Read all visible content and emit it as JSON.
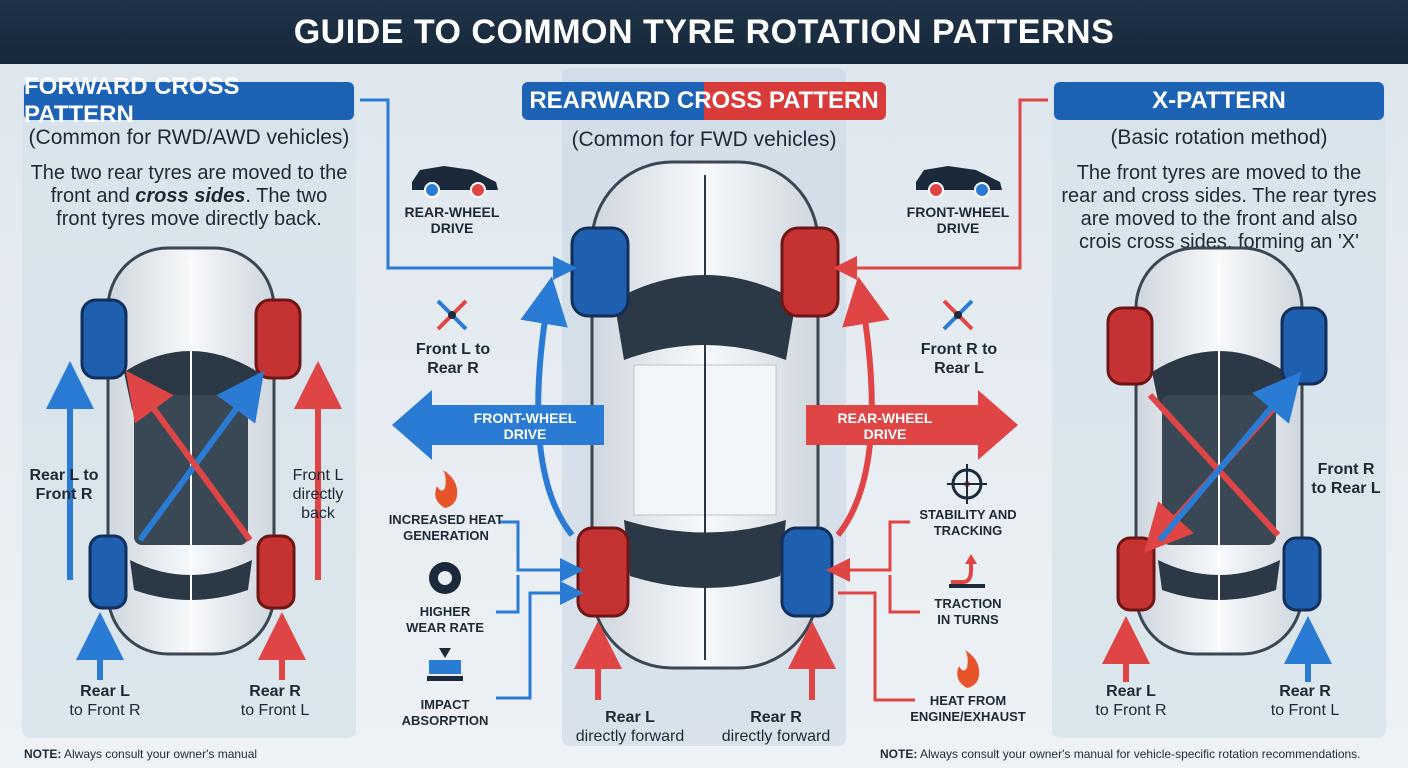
{
  "title": "GUIDE TO COMMON TYRE ROTATION PATTERNS",
  "colors": {
    "blue": "#1f6fc4",
    "red": "#d93a3a",
    "navy": "#1b2a3a"
  },
  "left_panel": {
    "header": "FORWARD CROSS PATTERN",
    "subtitle": "(Common for RWD/AWD vehicles)",
    "desc_part1": "The two rear tyres are moved to the front and ",
    "desc_em": "cross sides",
    "desc_part2": ". The two front tyres move directly back.",
    "label_rear_l_front_r": "Rear L to Front R",
    "label_front_l_back": "Front L directly back",
    "bottom_left": "Rear L to Front R",
    "bottom_right": "Rear R to Front L",
    "bottom_left_line1": "Rear L",
    "bottom_left_line2": "to Front R",
    "bottom_right_line1": "Rear R",
    "bottom_right_line2": "to Front L"
  },
  "center_panel": {
    "header": "REARWARD CROSS PATTERN",
    "subtitle": "(Common for FWD vehicles)",
    "bottom_left_line1": "Rear L",
    "bottom_left_line2": "directly forward",
    "bottom_right_line1": "Rear R",
    "bottom_right_line2": "directly forward",
    "arrow_left": "FRONT-WHEEL DRIVE",
    "arrow_right": "REAR-WHEEL DRIVE"
  },
  "right_panel": {
    "header": "X-PATTERN",
    "subtitle": "(Basic rotation method)",
    "desc": "The front tyres are moved to the rear and cross sides. The rear tyres are moved to the front and also crois cross sides, forming an 'X' shape.",
    "label_front_r_rear_l": "Front R to Rear L",
    "bottom_left_line1": "Rear L",
    "bottom_left_line2": "to Front R",
    "bottom_right_line1": "Rear R",
    "bottom_right_line2": "to Front L"
  },
  "left_callouts": {
    "rwd_line1": "REAR-WHEEL",
    "rwd_line2": "DRIVE",
    "front_l_line1": "Front L to",
    "front_l_line2": "Rear R",
    "heat_line1": "INCREASED HEAT",
    "heat_line2": "GENERATION",
    "wear_line1": "HIGHER",
    "wear_line2": "WEAR RATE",
    "impact_line1": "IMPACT",
    "impact_line2": "ABSORPTION"
  },
  "right_callouts": {
    "fwd_line1": "FRONT-WHEEL",
    "fwd_line2": "DRIVE",
    "front_r_line1": "Front R to",
    "front_r_line2": "Rear L",
    "stab_line1": "STABILITY AND",
    "stab_line2": "TRACKING",
    "trac_line1": "TRACTION",
    "trac_line2": "IN TURNS",
    "heat_line1": "HEAT FROM",
    "heat_line2": "ENGINE/EXHAUST"
  },
  "notes": {
    "left_bold": "NOTE:",
    "left_text": " Always consult your owner's manual",
    "right_bold": "NOTE:",
    "right_text": " Always consult your owner's manual for vehicle-specific rotation recommendations."
  },
  "icons": [
    "car-icon",
    "cross-arrows-icon",
    "flame-icon",
    "tyre-icon",
    "impact-icon",
    "target-icon",
    "turn-arrow-icon"
  ]
}
